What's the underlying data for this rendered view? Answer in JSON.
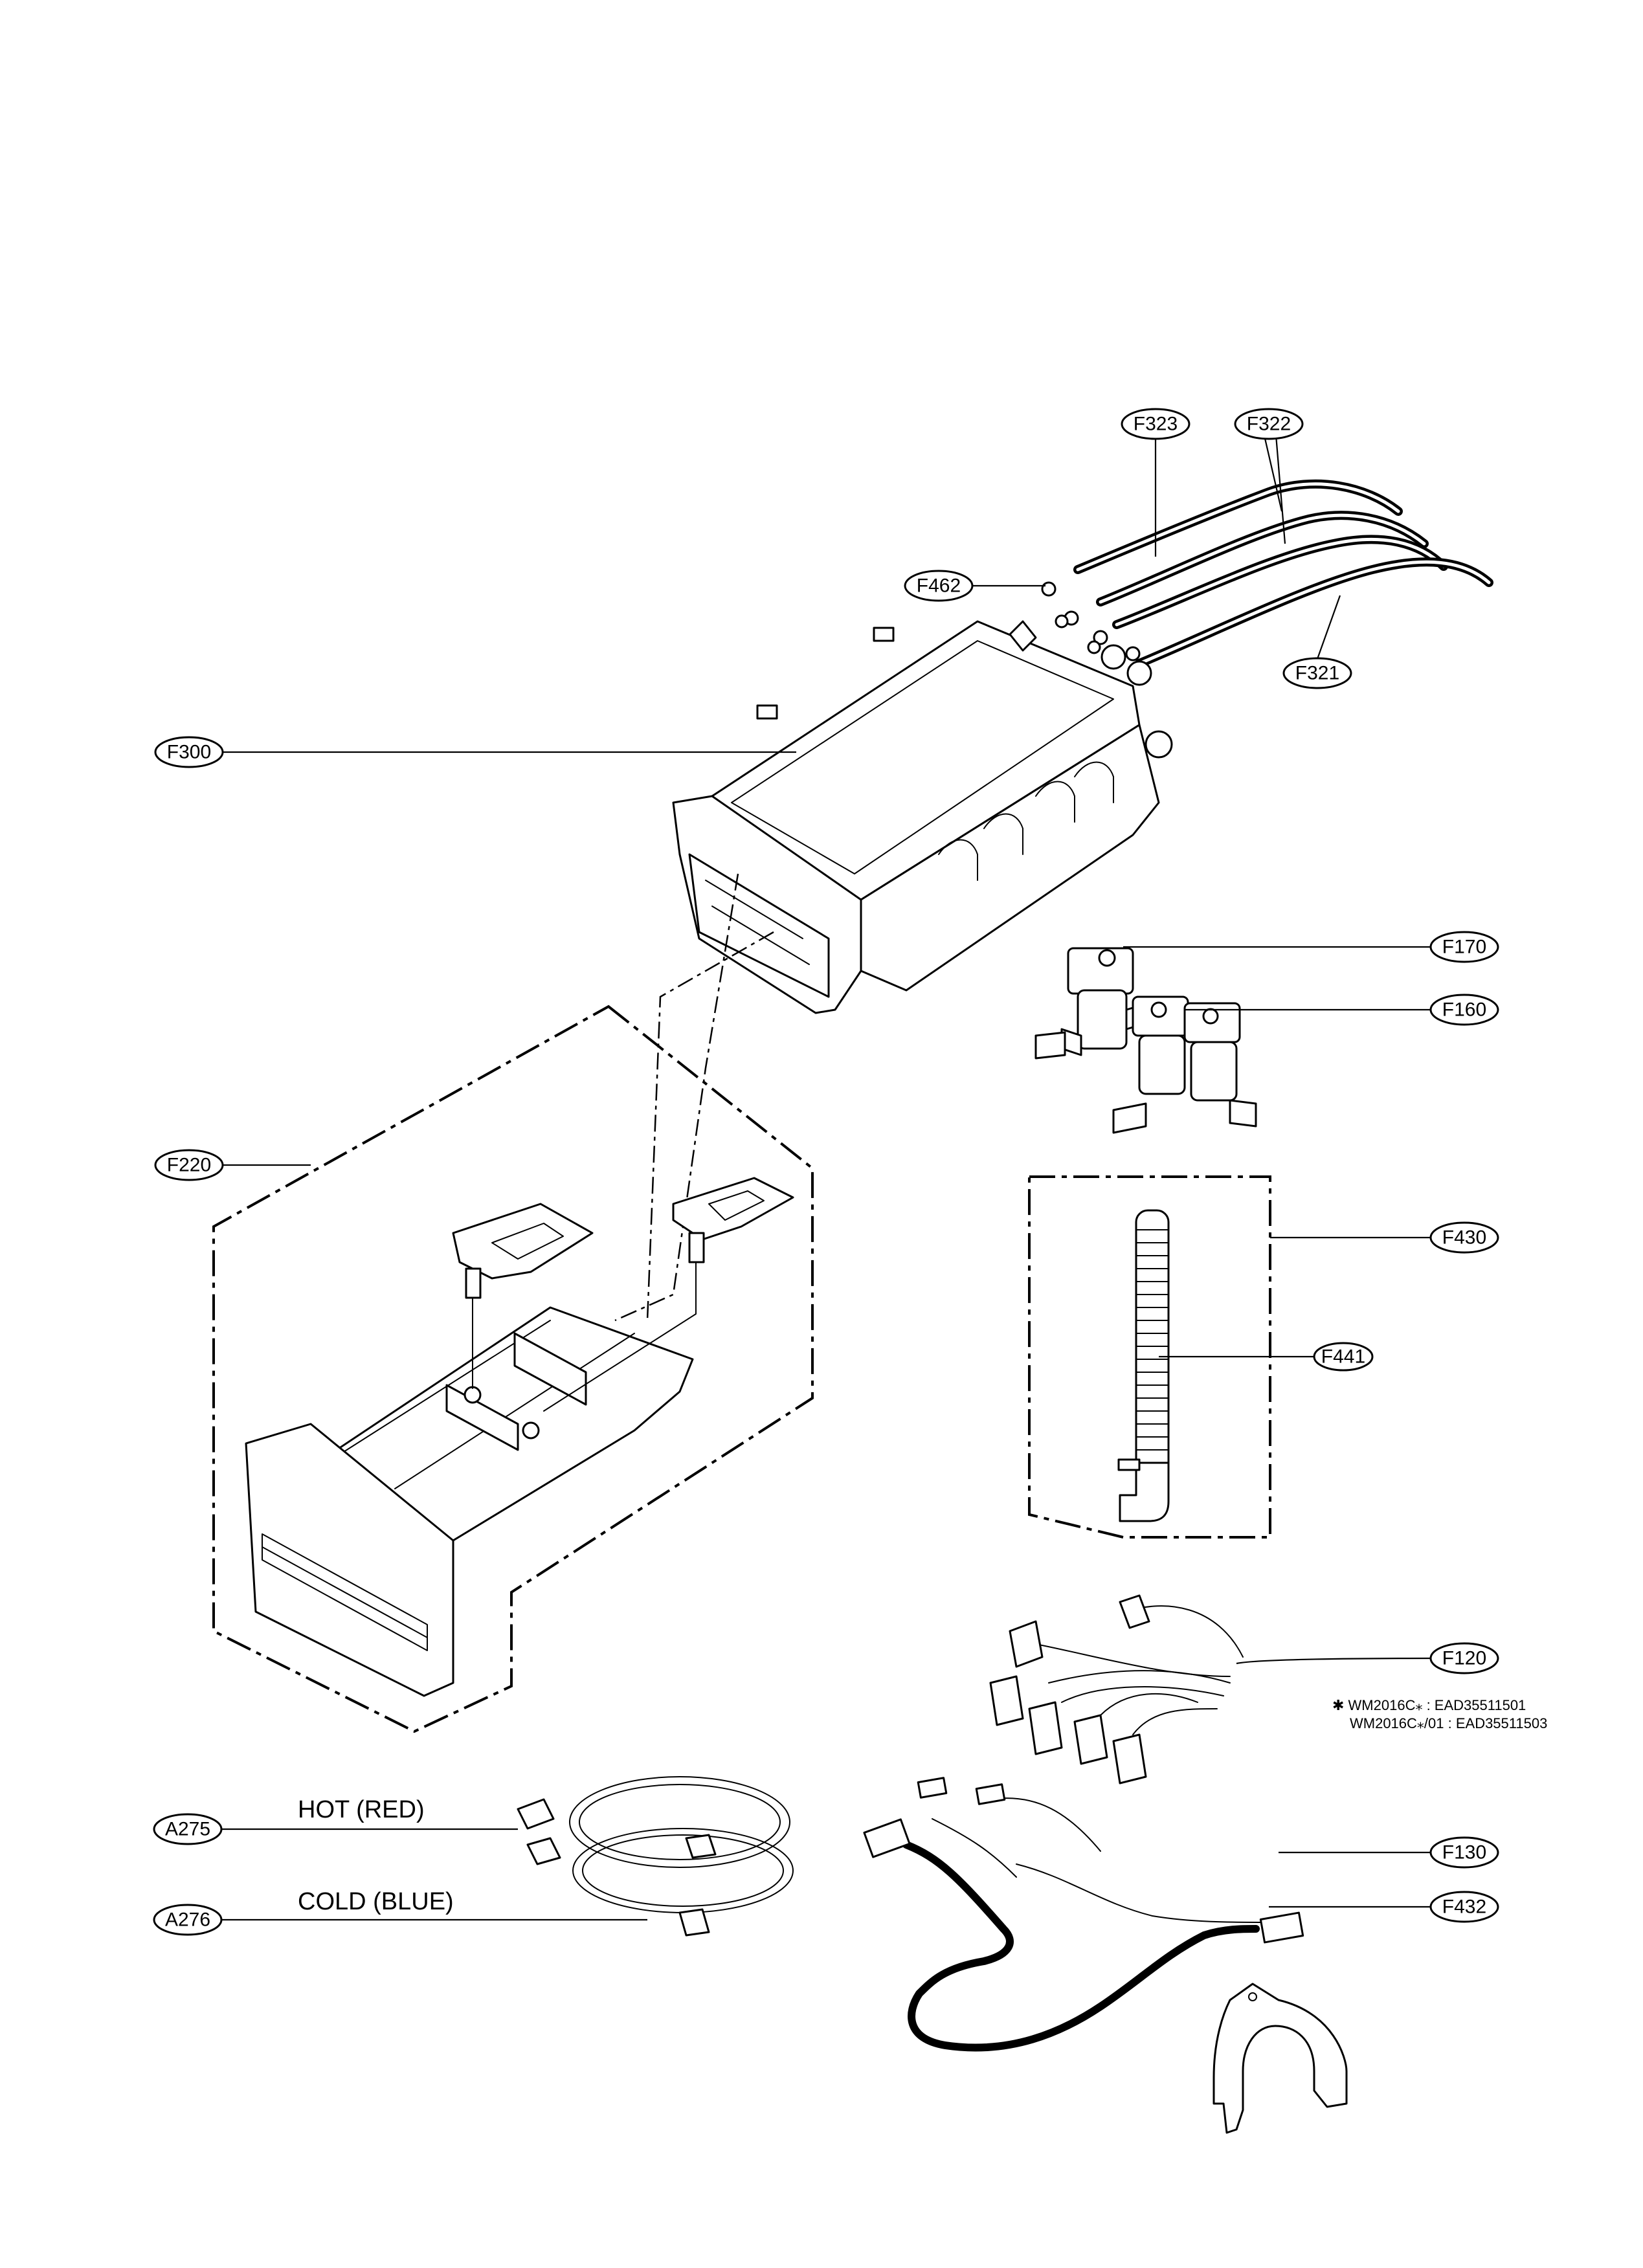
{
  "callouts": {
    "f323": "F323",
    "f322": "F322",
    "f462": "F462",
    "f321": "F321",
    "f300": "F300",
    "f170": "F170",
    "f160": "F160",
    "f220": "F220",
    "f430": "F430",
    "f441": "F441",
    "f120": "F120",
    "a275": "A275",
    "a276": "A276",
    "f130": "F130",
    "f432": "F432"
  },
  "labels": {
    "hot": "HOT (RED)",
    "cold": "COLD (BLUE)"
  },
  "notes": {
    "f120_line1": "✱ WM2016C⁎ : EAD35511501",
    "f120_line2": "WM2016C⁎/01 : EAD35511503"
  },
  "parts": [
    {
      "callout": "F323",
      "part": "inlet-hose-upper"
    },
    {
      "callout": "F322",
      "part": "inlet-hoses-middle"
    },
    {
      "callout": "F321",
      "part": "inlet-hose-lower"
    },
    {
      "callout": "F462",
      "part": "hose-clamps"
    },
    {
      "callout": "F300",
      "part": "dispenser-housing"
    },
    {
      "callout": "F170",
      "part": "inlet-valve-single"
    },
    {
      "callout": "F160",
      "part": "inlet-valve-double"
    },
    {
      "callout": "F220",
      "part": "dispenser-drawer-assembly"
    },
    {
      "callout": "F430",
      "part": "drain-hose-kit"
    },
    {
      "callout": "F441",
      "part": "corrugated-hose"
    },
    {
      "callout": "F120",
      "part": "wiring-harness-upper"
    },
    {
      "callout": "F130",
      "part": "wiring-harness-lower"
    },
    {
      "callout": "F432",
      "part": "hose-guide-bracket"
    },
    {
      "callout": "A275",
      "part": "hot-water-hose"
    },
    {
      "callout": "A276",
      "part": "cold-water-hose"
    }
  ],
  "colors": {
    "ink": "#000000",
    "paper": "#ffffff"
  }
}
